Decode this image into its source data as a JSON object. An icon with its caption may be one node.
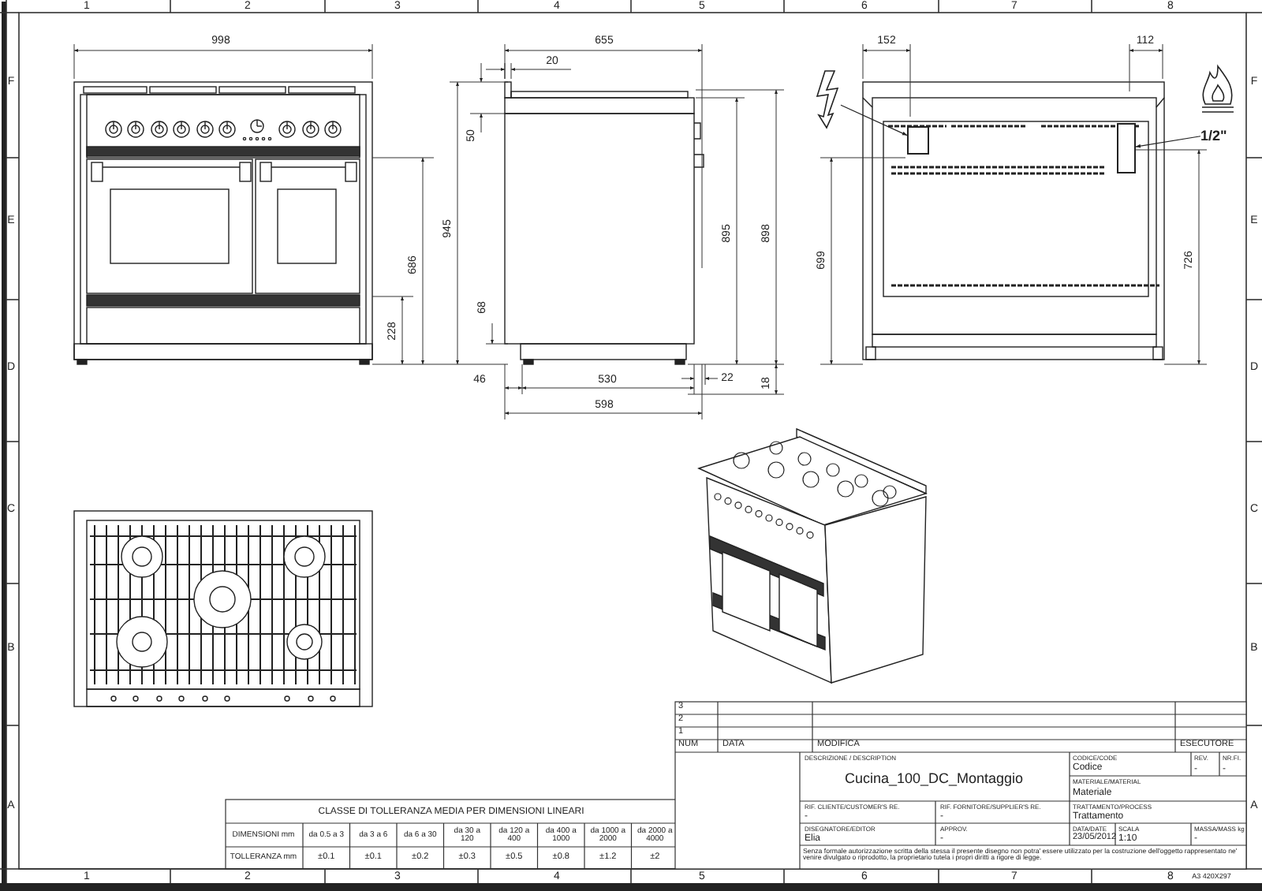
{
  "diagram": {
    "nodes": [
      {
        "text": [],
        "shape": "picture"
      },
      {
        "text": [],
        "shape": "box"
      },
      {
        "text": [
          "1/2\""
        ]
      },
      {
        "text": [],
        "shape": "box"
      }
    ],
    "edges": [
      {
        "from": 0,
        "to": 1,
        "arrow": "to"
      },
      {
        "from": 2,
        "to": 3,
        "arrow": "to"
      }
    ],
    "labels": [
      "1",
      "2",
      "3",
      "4",
      "5",
      "6",
      "7",
      "8",
      "F",
      "E",
      "D",
      "C",
      "B",
      "A",
      "F",
      "E",
      "D",
      "C",
      "B",
      "A",
      "998",
      "655",
      "20",
      "50",
      "945",
      "686",
      "228",
      "68",
      "895",
      "898",
      "46",
      "530",
      "22",
      "18",
      "598",
      "152",
      "112",
      "699",
      "726",
      "CLASSE DI TOLLERANZA MEDIA PER DIMENSIONI LINEARI",
      "DIMENSIONI mm",
      "da 0.5 a 3",
      "da 3 a 6",
      "da 6 a 30",
      "da 30 a 120",
      "da 120 a 400",
      "da 400 a 1000",
      "da 1000 a 2000",
      "da 2000 a 4000",
      "TOLLERANZA mm",
      "±0.1",
      "±0.1",
      "±0.2",
      "±0.3",
      "±0.5",
      "±0.8",
      "±1.2",
      "±2",
      "3",
      "2",
      "1",
      "NUM",
      "DATA",
      "MODIFICA",
      "ESECUTORE",
      "DESCRIZIONE / DESCRIPTION",
      "Cucina_100_DC_Montaggio",
      "CODICE/CODE",
      "Codice",
      "REV.",
      "NR.FI.",
      "-",
      "-",
      "MATERIALE/MATERIAL",
      "Materiale",
      "RIF. CLIENTE/CUSTOMER'S RE.",
      "-",
      "RIF. FORNITORE/SUPPLIER'S RE.",
      "-",
      "TRATTAMENTO/PROCESS",
      "Trattamento",
      "DISEGNATORE/EDITOR",
      "Elia",
      "APPROV.",
      "-",
      "DATA/DATE",
      "23/05/2012",
      "SCALA",
      "1:10",
      "MASSA/MASS kg",
      "-",
      "Senza formale autorizzazione scritta della stessa il presente disegno non potra' essere utilizzato per la costruzione dell'oggetto rappresentato ne' venire divulgato o riprodotto, la proprietario tutela i propri diritti a rigore di legge.",
      "1",
      "2",
      "3",
      "4",
      "5",
      "6",
      "7",
      "8",
      "A3 420X297"
    ]
  }
}
